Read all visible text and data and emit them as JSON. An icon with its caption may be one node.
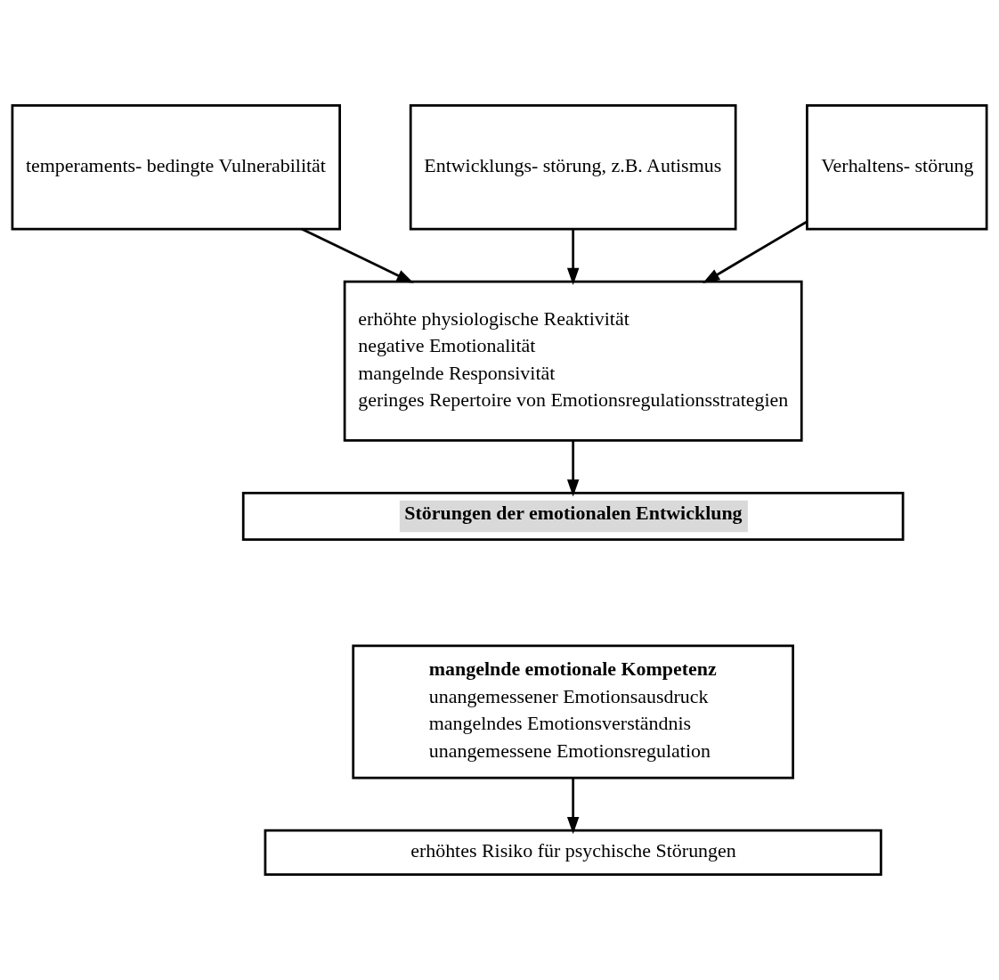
{
  "diagram": {
    "nodes": [
      {
        "text": [
          "temperaments- bedingte Vulnerabilität"
        ]
      },
      {
        "text": [
          "Entwicklungs- störung, z.B. Autismus"
        ]
      },
      {
        "text": [
          "Verhaltens- störung"
        ]
      },
      {
        "text": [
          "erhöhte physiologische Reaktivität",
          "negative Emotionalität",
          "mangelnde Responsivität",
          "geringes Repertoire von Emotionsregulationsstrategien"
        ]
      },
      {
        "text": [
          "Störungen der emotionalen Entwicklung"
        ]
      },
      {
        "text": [
          "mangelnde emotionale Kompetenz",
          "unangemessener Emotionsausdruck",
          "mangelndes Emotionsverständnis",
          "unangemessene Emotionsregulation"
        ]
      },
      {
        "text": [
          "erhöhtes Risiko für psychische Störungen"
        ]
      }
    ],
    "edges": [
      {
        "from": 0,
        "to": 3,
        "arrow": "to"
      },
      {
        "from": 1,
        "to": 3,
        "arrow": "to"
      },
      {
        "from": 2,
        "to": 3,
        "arrow": "to"
      },
      {
        "from": 3,
        "to": 4,
        "arrow": "to"
      },
      {
        "from": 5,
        "to": 6,
        "arrow": "to"
      }
    ]
  }
}
